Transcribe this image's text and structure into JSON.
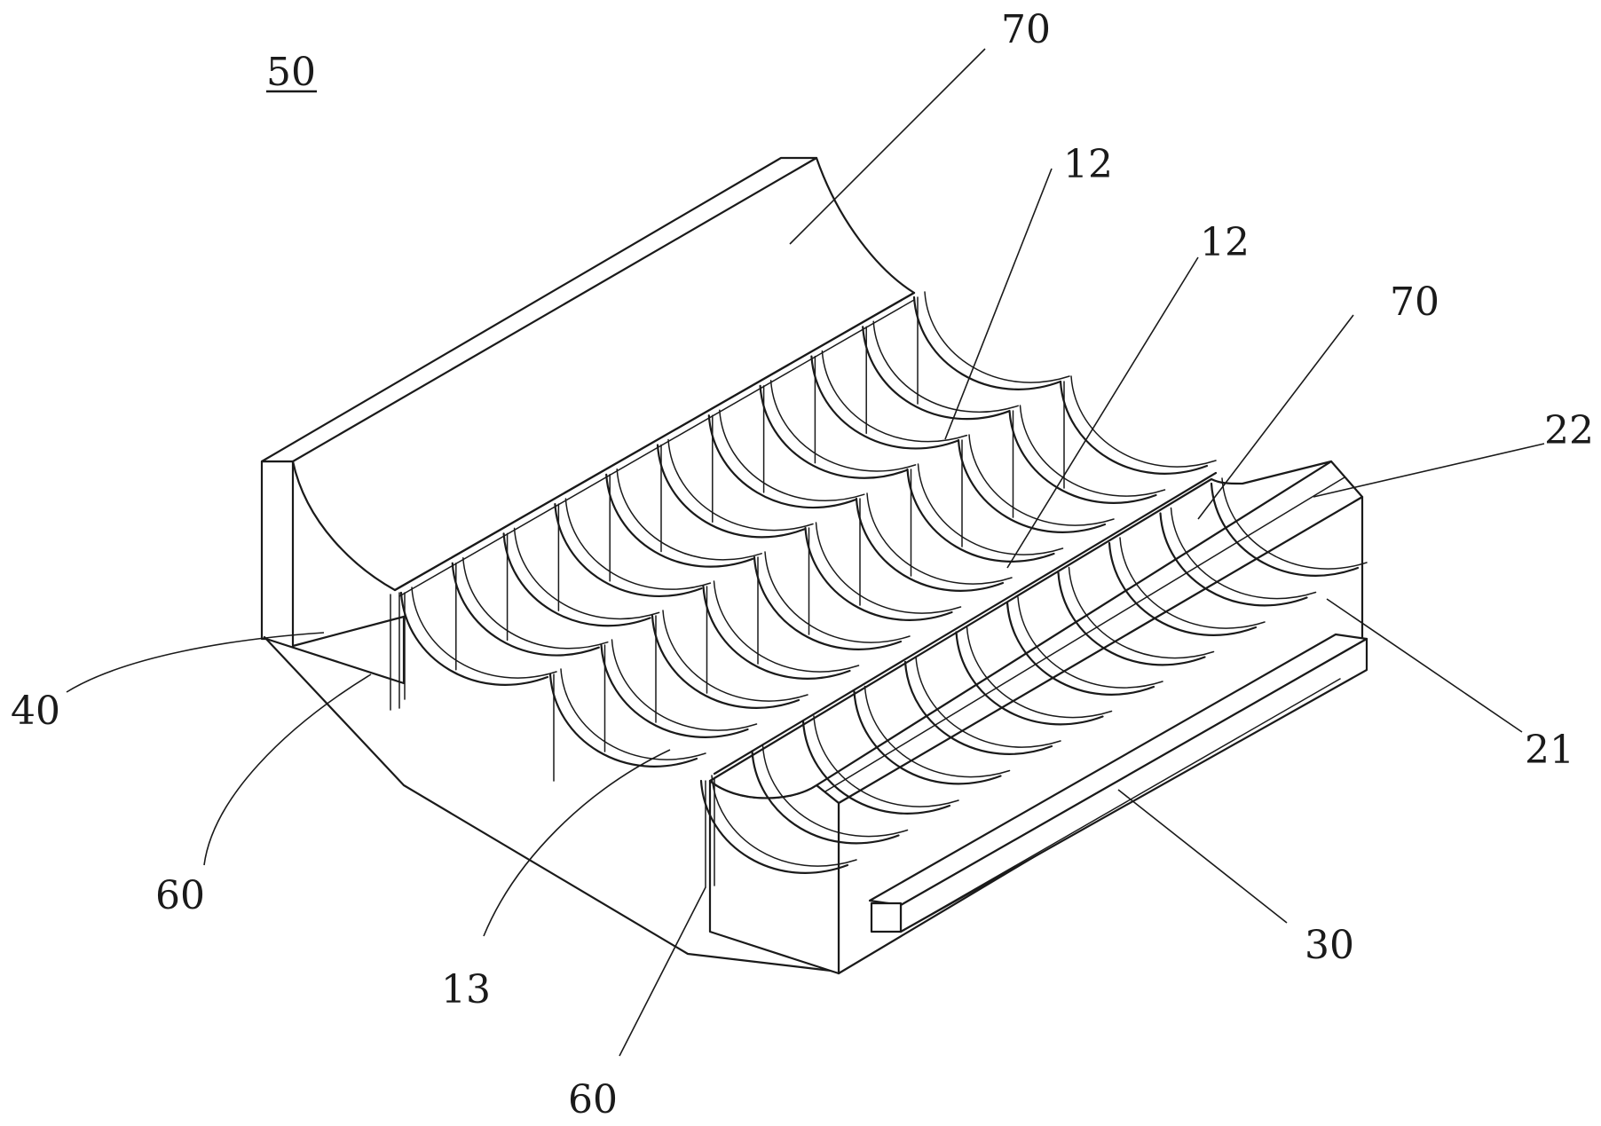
{
  "figure": {
    "title_ref": "50",
    "labels": {
      "l70a": "70",
      "l12a": "12",
      "l12b": "12",
      "l70b": "70",
      "l22": "22",
      "l21": "21",
      "l40": "40",
      "l60a": "60",
      "l13": "13",
      "l60b": "60",
      "l30": "30"
    }
  }
}
